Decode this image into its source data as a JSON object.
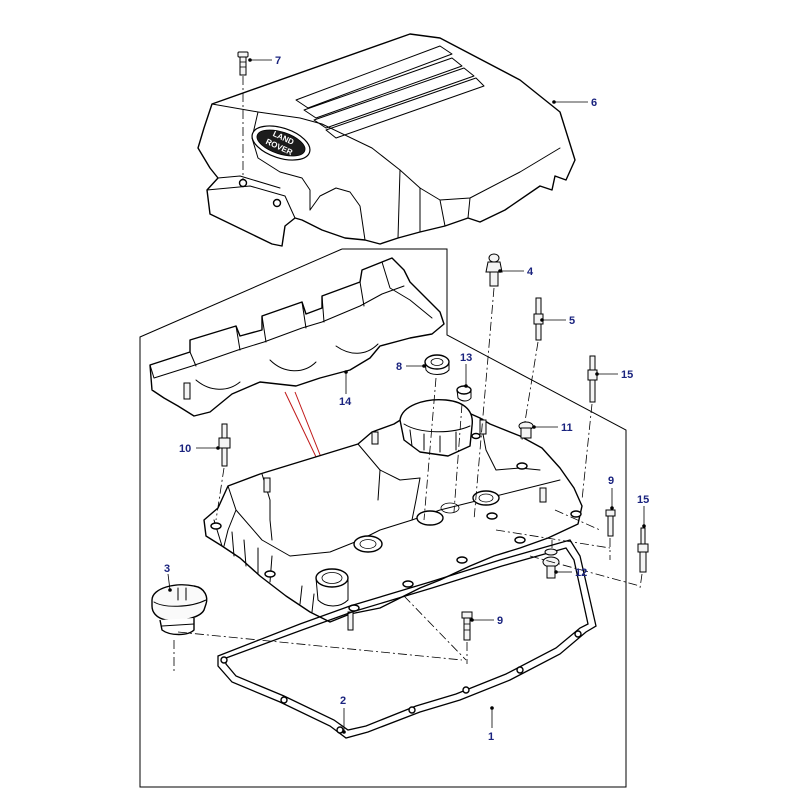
{
  "diagram": {
    "callouts": [
      {
        "id": "c1",
        "label": "1"
      },
      {
        "id": "c2",
        "label": "2"
      },
      {
        "id": "c3",
        "label": "3"
      },
      {
        "id": "c4",
        "label": "4"
      },
      {
        "id": "c5",
        "label": "5"
      },
      {
        "id": "c6",
        "label": "6"
      },
      {
        "id": "c7",
        "label": "7"
      },
      {
        "id": "c8",
        "label": "8"
      },
      {
        "id": "c9a",
        "label": "9"
      },
      {
        "id": "c9b",
        "label": "9"
      },
      {
        "id": "c10",
        "label": "10"
      },
      {
        "id": "c11",
        "label": "11"
      },
      {
        "id": "c12",
        "label": "12"
      },
      {
        "id": "c13",
        "label": "13"
      },
      {
        "id": "c14",
        "label": "14"
      },
      {
        "id": "c15a",
        "label": "15"
      },
      {
        "id": "c15b",
        "label": "15"
      }
    ],
    "logo": {
      "line1": "LAND",
      "line2": "ROVER"
    },
    "colors": {
      "callout_text": "#1a237e",
      "line": "#000000",
      "highlight_line": "#c01818"
    }
  }
}
